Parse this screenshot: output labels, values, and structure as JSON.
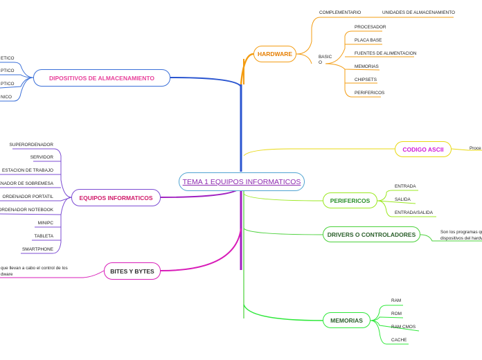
{
  "center": {
    "label": "TEMA 1 EQUIPOS INFORMATICOS"
  },
  "hardware": {
    "label": "HARDWARE",
    "complementario": "COMPLEMENTARIO",
    "unidades": "UNIDADES DE ALMACENAMIENTO",
    "basico": "BASIC\nO",
    "basic_items": [
      "PROCESADOR",
      "PLACA BASE",
      "FUENTES DE ALIMENTACION",
      "MEMORIAS",
      "CHIPSETS",
      "PERIFERICOS"
    ]
  },
  "almacenamiento": {
    "label": "DIPOSITIVOS DE ALMACENAMIENTO",
    "items": [
      "ETICO",
      "PTICO",
      "PTICO",
      "NICO"
    ]
  },
  "equipos": {
    "label": "EQUIPOS INFORMATICOS",
    "items": [
      "SUPERORDENADOR",
      "SERVIDOR",
      "ESTACION DE TRABAJO",
      "DENADOR DE SOBREMESA",
      "ORDENADOR PORTATIL",
      "ORDENADOR NOTEBOOK",
      "MINIPC",
      "TABLETA",
      "SMARTPHONE"
    ]
  },
  "bites": {
    "label": "BITES Y BYTES",
    "note": "que llevan a cabo el control de los\ndware"
  },
  "codigo": {
    "label": "CODIGO ASCII",
    "note": "Proce"
  },
  "perifericos": {
    "label": "PERIFERICOS",
    "items": [
      "ENTRADA",
      "SALIDA",
      "ENTRADA/SALIDA"
    ]
  },
  "drivers": {
    "label": "DRIVERS O CONTROLADORES",
    "note": "Son los programas qu\ndispositivos del hardv"
  },
  "memorias": {
    "label": "MEMORIAS",
    "items": [
      "RAM",
      "ROM",
      "RAM CMOS",
      "CACHE"
    ]
  },
  "colors": {
    "hardware": "#f39c12",
    "almacenamiento": "#3a6fd8",
    "equipos": "#7b4bd3",
    "bites": "#d81bb8",
    "codigo": "#e8d810",
    "perifericos": "#9be820",
    "drivers": "#4ad13a",
    "memorias": "#2ee83a",
    "center": "#4fa3d1"
  }
}
